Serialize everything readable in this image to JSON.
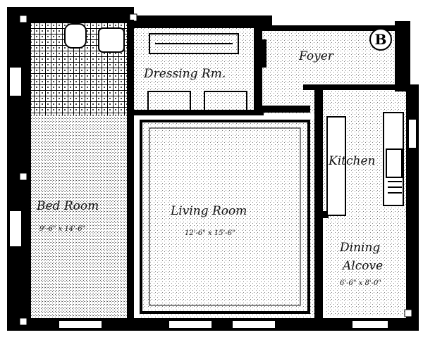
{
  "plan": {
    "marker": "B",
    "rooms": {
      "dressing_room": {
        "name": "Dressing Rm."
      },
      "foyer": {
        "name": "Foyer"
      },
      "bed_room": {
        "name": "Bed Room",
        "size": "9'-6\" x 14'-6\""
      },
      "living_room": {
        "name": "Living Room",
        "size": "12'-6\" x 15'-6\""
      },
      "kitchen": {
        "name": "Kitchen"
      },
      "dining_alcove": {
        "name_line1": "Dining",
        "name_line2": "Alcove",
        "size": "6'-6\" x 8'-0\""
      }
    }
  }
}
